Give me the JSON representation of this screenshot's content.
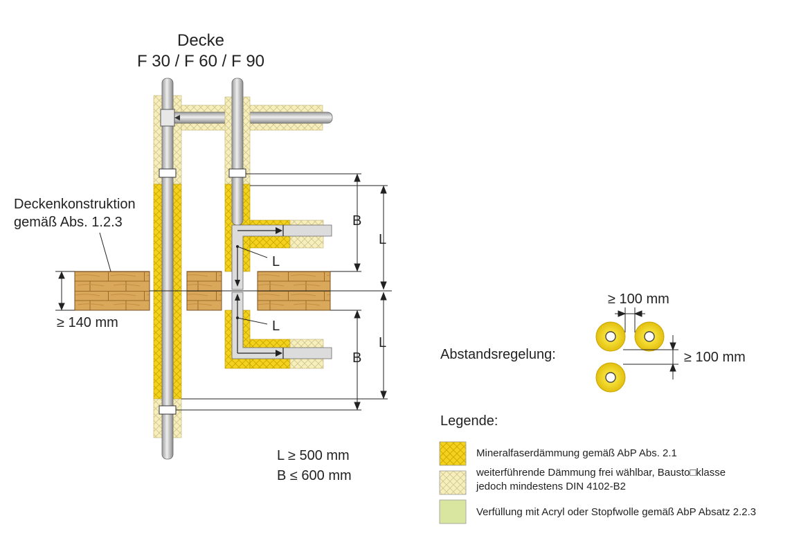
{
  "title": {
    "line1": "Decke",
    "line2": "F 30 / F 60 / F 90"
  },
  "ceiling_construction": {
    "line1": "Deckenkonstruktion",
    "line2": "gemäß Abs. 1.2.3"
  },
  "thickness_label": "≥ 140 mm",
  "dimension_labels": {
    "b_upper": "B",
    "b_lower": "B",
    "l_upper": "L",
    "l_lower": "L",
    "l_pipe_upper": "L",
    "l_pipe_lower": "L"
  },
  "rules": {
    "l_rule": "L ≥ 500 mm",
    "b_rule": "B ≤ 600 mm"
  },
  "spacing": {
    "title": "Abstandsregelung:",
    "horizontal": "≥ 100 mm",
    "vertical": "≥ 100 mm"
  },
  "legend": {
    "title": "Legende:",
    "items": [
      {
        "line1": "Mineralfaserdämmung gemäß AbP Abs. 2.1",
        "line2": "",
        "color": "#f2d21c"
      },
      {
        "line1": "weiterführende Dämmung frei wählbar, Bausto□klasse",
        "line2": "jedoch mindestens DIN 4102-B2",
        "color": "#f6eebc"
      },
      {
        "line1": "Verfüllung mit Acryl  oder Stopfwolle gemäß AbP Absatz 2.2.3",
        "line2": "",
        "color": "#d8e6a0"
      }
    ]
  },
  "colors": {
    "mineral_wool": "#f2d21c",
    "further_insulation": "#f6eebc",
    "filling": "#d8e6a0",
    "wood": "#d9a85a",
    "pipe": "#d4d4d4"
  }
}
